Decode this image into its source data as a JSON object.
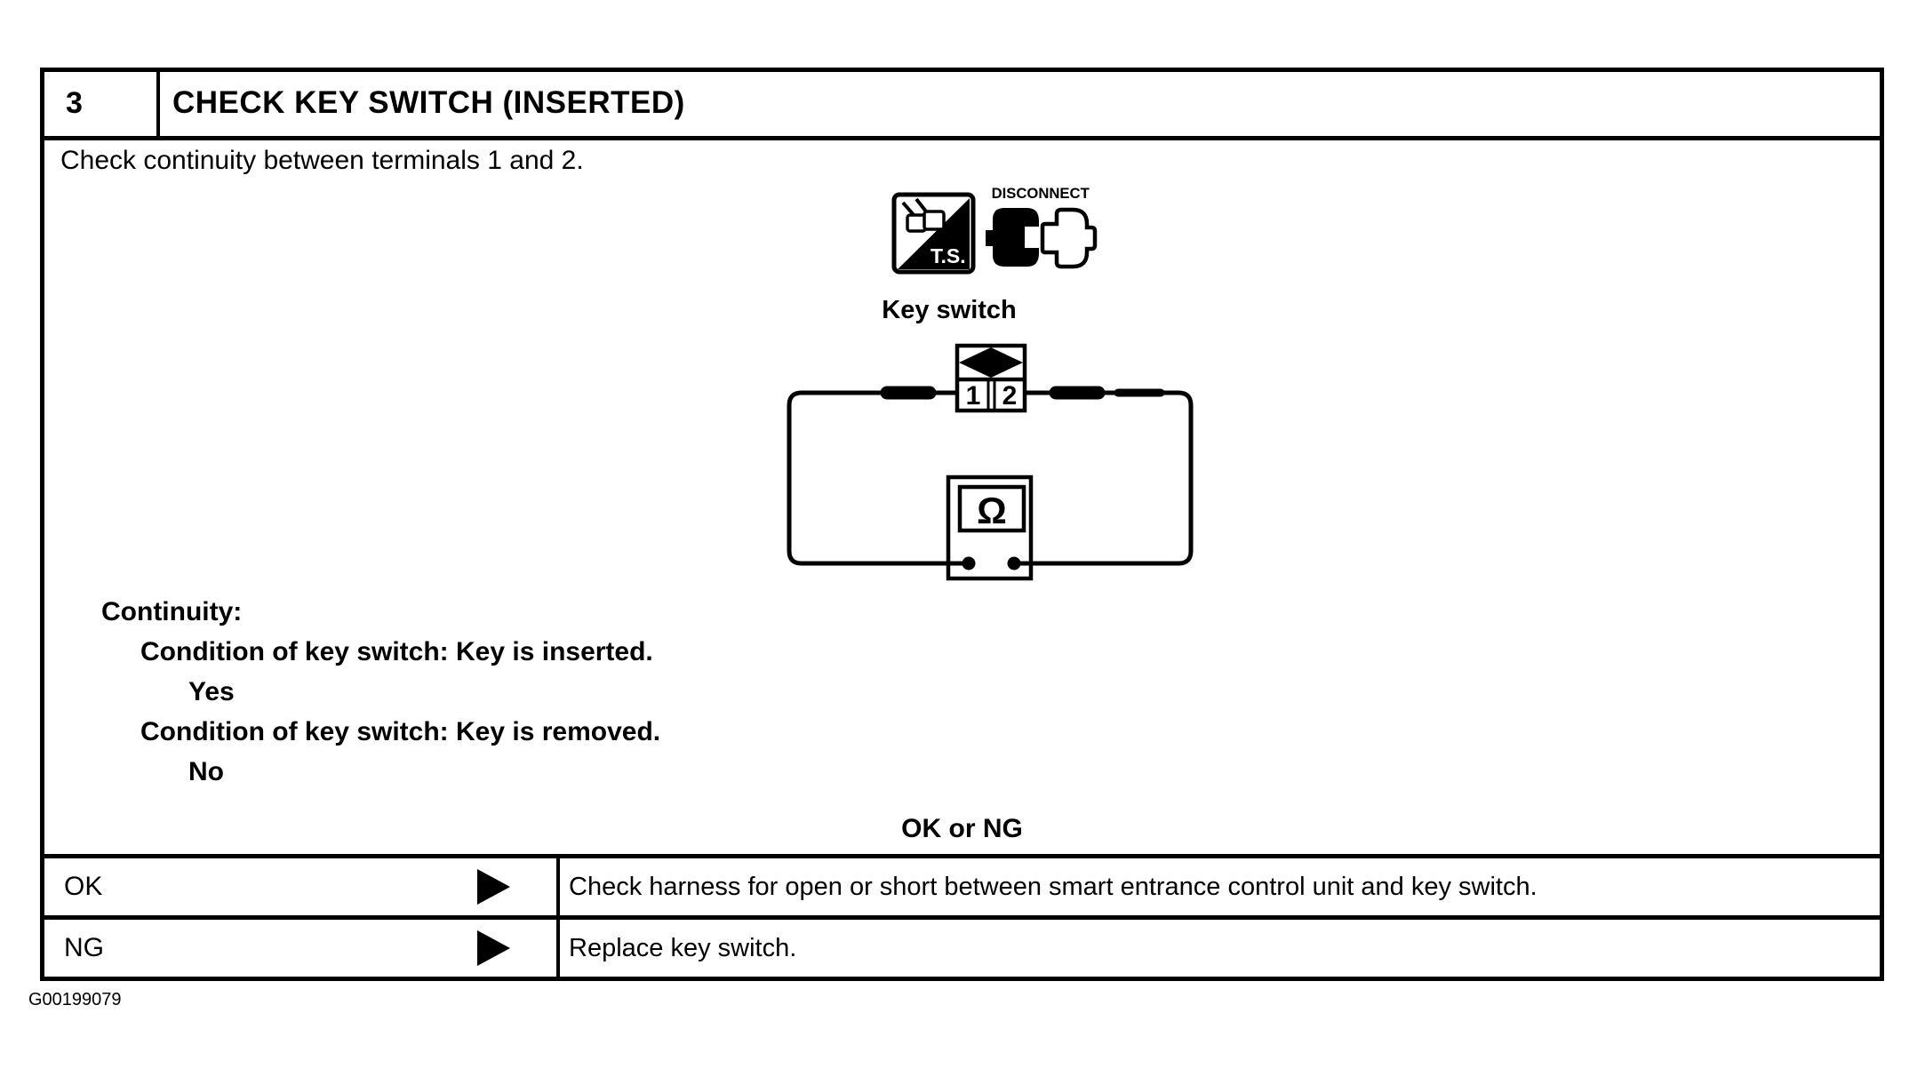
{
  "colors": {
    "ink": "#000000",
    "paper": "#ffffff"
  },
  "step": {
    "number": "3",
    "title": "CHECK KEY SWITCH (INSERTED)"
  },
  "instruction": "Check continuity between terminals 1 and 2.",
  "badges": {
    "ts_label": "T.S.",
    "disconnect_label": "DISCONNECT"
  },
  "diagram": {
    "component_label": "Key switch",
    "terminal_1": "1",
    "terminal_2": "2",
    "meter_symbol": "Ω"
  },
  "continuity": {
    "heading": "Continuity:",
    "lines": [
      {
        "text": "Condition of key switch: Key is inserted.",
        "indent": 1
      },
      {
        "text": "Yes",
        "indent": 2
      },
      {
        "text": "Condition of key switch: Key is removed.",
        "indent": 1
      },
      {
        "text": "No",
        "indent": 2
      }
    ]
  },
  "decision_label": "OK or NG",
  "results": [
    {
      "label": "OK",
      "action": "Check harness for open or short between smart entrance control unit and key switch."
    },
    {
      "label": "NG",
      "action": "Replace key switch."
    }
  ],
  "figure_id": "G00199079"
}
